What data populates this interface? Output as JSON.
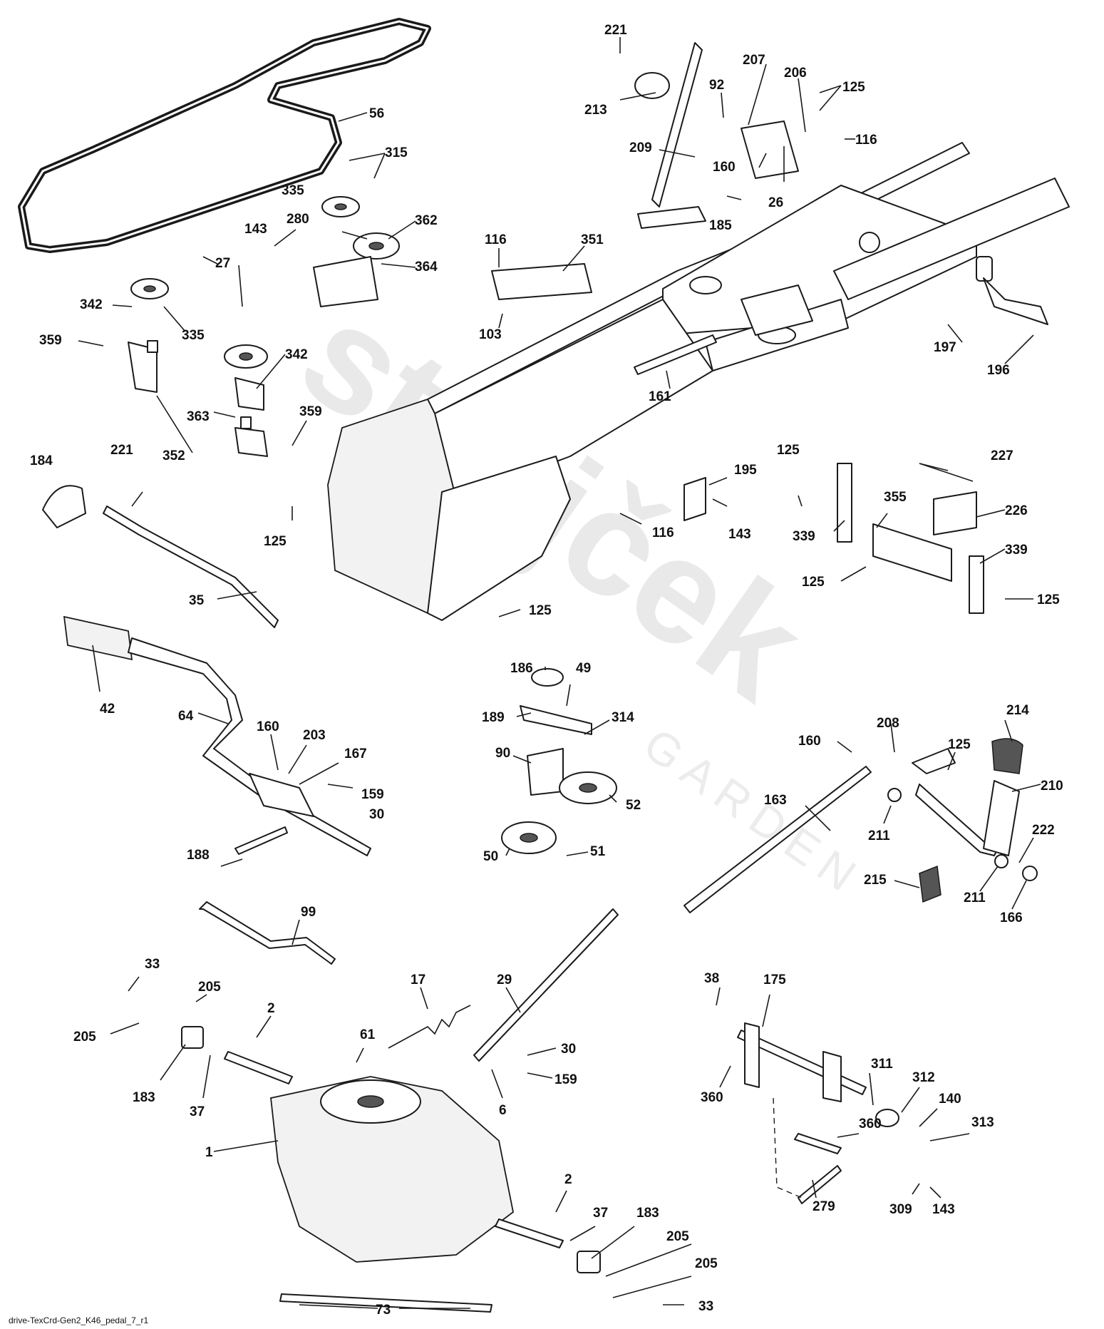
{
  "caption": "drive-TexCrd-Gen2_K46_pedal_7_r1",
  "watermark": {
    "brand": "starjček",
    "sub": "GARDEN"
  },
  "labels": {
    "l_221a": "221",
    "l_213": "213",
    "l_92": "92",
    "l_207": "207",
    "l_206": "206",
    "l_125a": "125",
    "l_209": "209",
    "l_160a": "160",
    "l_26": "26",
    "l_116a": "116",
    "l_185": "185",
    "l_56": "56",
    "l_315": "315",
    "l_335a": "335",
    "l_280": "280",
    "l_362": "362",
    "l_143a": "143",
    "l_364": "364",
    "l_27": "27",
    "l_342a": "342",
    "l_335b": "335",
    "l_359a": "359",
    "l_342b": "342",
    "l_363": "363",
    "l_352": "352",
    "l_359b": "359",
    "l_116b": "116",
    "l_351": "351",
    "l_103": "103",
    "l_161": "161",
    "l_197": "197",
    "l_196": "196",
    "l_184": "184",
    "l_221b": "221",
    "l_125b": "125",
    "l_35": "35",
    "l_195": "195",
    "l_143b": "143",
    "l_116c": "116",
    "l_125c": "125",
    "l_125d": "125",
    "l_227": "227",
    "l_355": "355",
    "l_226": "226",
    "l_339a": "339",
    "l_339b": "339",
    "l_125e": "125",
    "l_125f": "125",
    "l_42": "42",
    "l_64": "64",
    "l_160b": "160",
    "l_203": "203",
    "l_167": "167",
    "l_159a": "159",
    "l_30a": "30",
    "l_188": "188",
    "l_186": "186",
    "l_49": "49",
    "l_189": "189",
    "l_314": "314",
    "l_90": "90",
    "l_52": "52",
    "l_50": "50",
    "l_51": "51",
    "l_208": "208",
    "l_214": "214",
    "l_160c": "160",
    "l_125g": "125",
    "l_210": "210",
    "l_163": "163",
    "l_211a": "211",
    "l_222": "222",
    "l_215": "215",
    "l_211b": "211",
    "l_166": "166",
    "l_99": "99",
    "l_33a": "33",
    "l_205a": "205",
    "l_205b": "205",
    "l_2a": "2",
    "l_183a": "183",
    "l_37a": "37",
    "l_17": "17",
    "l_61": "61",
    "l_29": "29",
    "l_30b": "30",
    "l_159b": "159",
    "l_6": "6",
    "l_1": "1",
    "l_2b": "2",
    "l_37b": "37",
    "l_183b": "183",
    "l_205c": "205",
    "l_205d": "205",
    "l_73": "73",
    "l_33b": "33",
    "l_38": "38",
    "l_175": "175",
    "l_360a": "360",
    "l_311": "311",
    "l_312": "312",
    "l_140": "140",
    "l_313": "313",
    "l_360b": "360",
    "l_279": "279",
    "l_309": "309",
    "l_143c": "143"
  }
}
